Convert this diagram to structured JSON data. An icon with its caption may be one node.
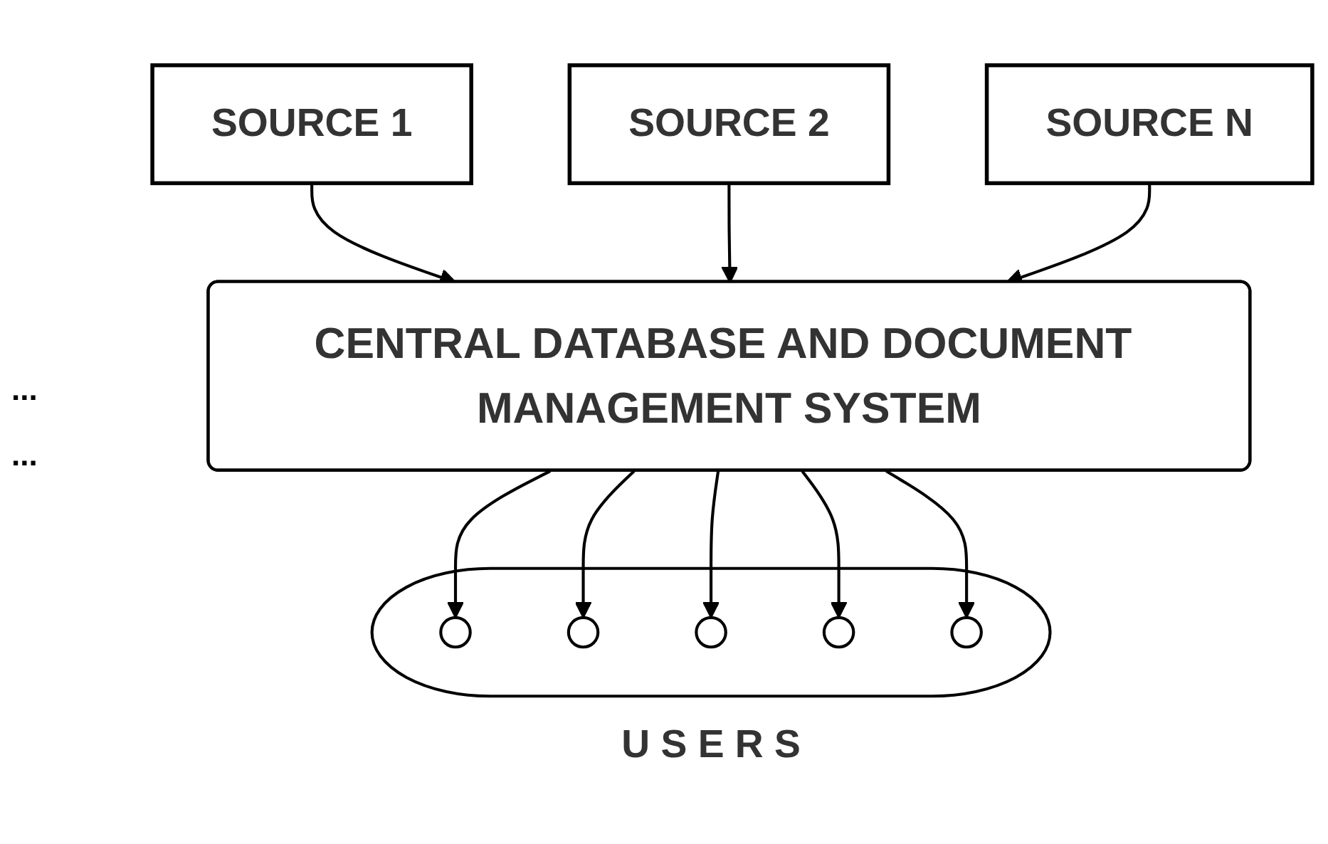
{
  "diagram": {
    "nodes": [
      {
        "text": [
          "SOURCE 1"
        ]
      },
      {
        "text": [
          "SOURCE 2"
        ]
      },
      {
        "text": [
          "SOURCE N"
        ]
      },
      {
        "text": [
          "CENTRAL DATABASE AND DOCUMENT MANAGEMENT SYSTEM"
        ]
      },
      {
        "text": [
          "U S E R S"
        ]
      },
      {
        "text": [],
        "shape": "circle",
        "in": 4
      },
      {
        "text": [],
        "shape": "circle",
        "in": 4
      },
      {
        "text": [],
        "shape": "circle",
        "in": 4
      },
      {
        "text": [],
        "shape": "circle",
        "in": 4
      },
      {
        "text": [],
        "shape": "circle",
        "in": 4
      }
    ],
    "edges": [
      {
        "from": 0,
        "to": 3,
        "arrow": "to"
      },
      {
        "from": 1,
        "to": 3,
        "arrow": "to"
      },
      {
        "from": 2,
        "to": 3,
        "arrow": "to"
      },
      {
        "from": 3,
        "to": 5,
        "arrow": "to"
      },
      {
        "from": 3,
        "to": 6,
        "arrow": "to"
      },
      {
        "from": 3,
        "to": 7,
        "arrow": "to"
      },
      {
        "from": 3,
        "to": 8,
        "arrow": "to"
      },
      {
        "from": 3,
        "to": 9,
        "arrow": "to"
      }
    ],
    "labels": [
      "...",
      "..."
    ]
  }
}
